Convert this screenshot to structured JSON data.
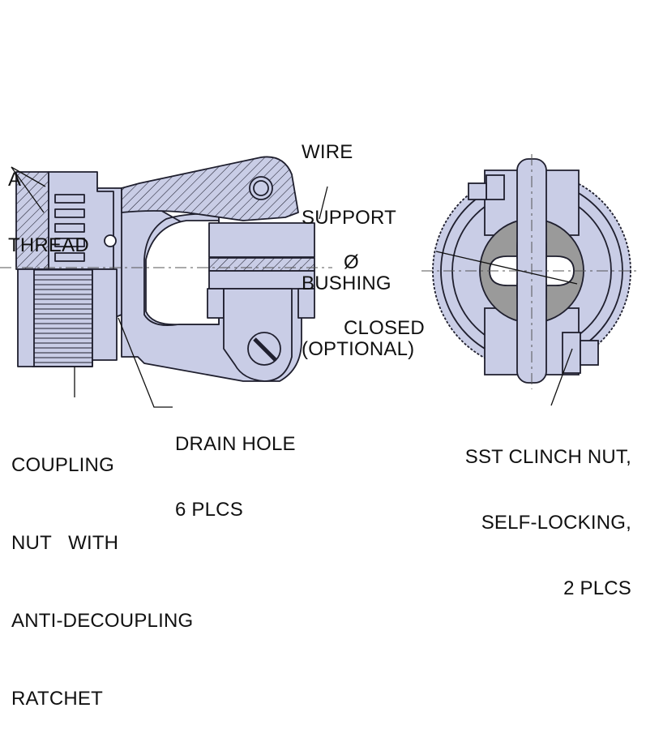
{
  "labels": {
    "a_thread": [
      "A",
      "THREAD"
    ],
    "wire_support_bushing": [
      "WIRE",
      "SUPPORT",
      "BUSHING",
      "(OPTIONAL)"
    ],
    "closed_diameter": [
      "Ø",
      "CLOSED"
    ],
    "coupling_nut": [
      "COUPLING",
      "NUT   WITH",
      "ANTI-DECOUPLING",
      "RATCHET"
    ],
    "drain_hole": [
      "DRAIN HOLE",
      "6 PLCS"
    ],
    "clinch_nut": [
      "SST CLINCH NUT,",
      "SELF-LOCKING,",
      "2 PLCS"
    ]
  },
  "colors": {
    "body_fill": "#c9cde6",
    "outline": "#1f1f2e",
    "insert_fill": "#9a9a9a",
    "text": "#111111"
  }
}
